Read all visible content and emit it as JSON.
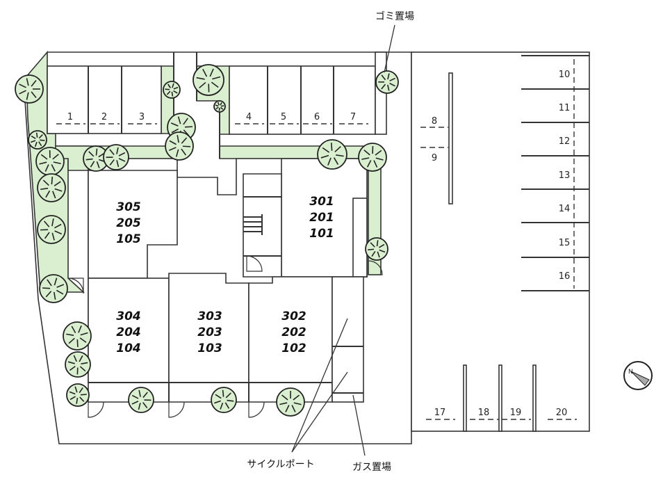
{
  "callouts": {
    "garbage": "ゴミ置場",
    "bicycle_port": "サイクルポート",
    "gas": "ガス置場"
  },
  "parking": [
    "1",
    "2",
    "3",
    "4",
    "5",
    "6",
    "7",
    "8",
    "9",
    "10",
    "11",
    "12",
    "13",
    "14",
    "15",
    "16",
    "17",
    "18",
    "19",
    "20"
  ],
  "units": {
    "east": [
      "301",
      "201",
      "101"
    ],
    "west": [
      "305",
      "205",
      "105"
    ],
    "unit_304": [
      "304",
      "204",
      "104"
    ],
    "unit_303": [
      "303",
      "203",
      "103"
    ],
    "unit_302": [
      "302",
      "202",
      "102"
    ]
  },
  "compass": {
    "icon": "north-arrow-icon"
  },
  "colors": {
    "greenery": "#d9efcf",
    "line": "#333333"
  }
}
